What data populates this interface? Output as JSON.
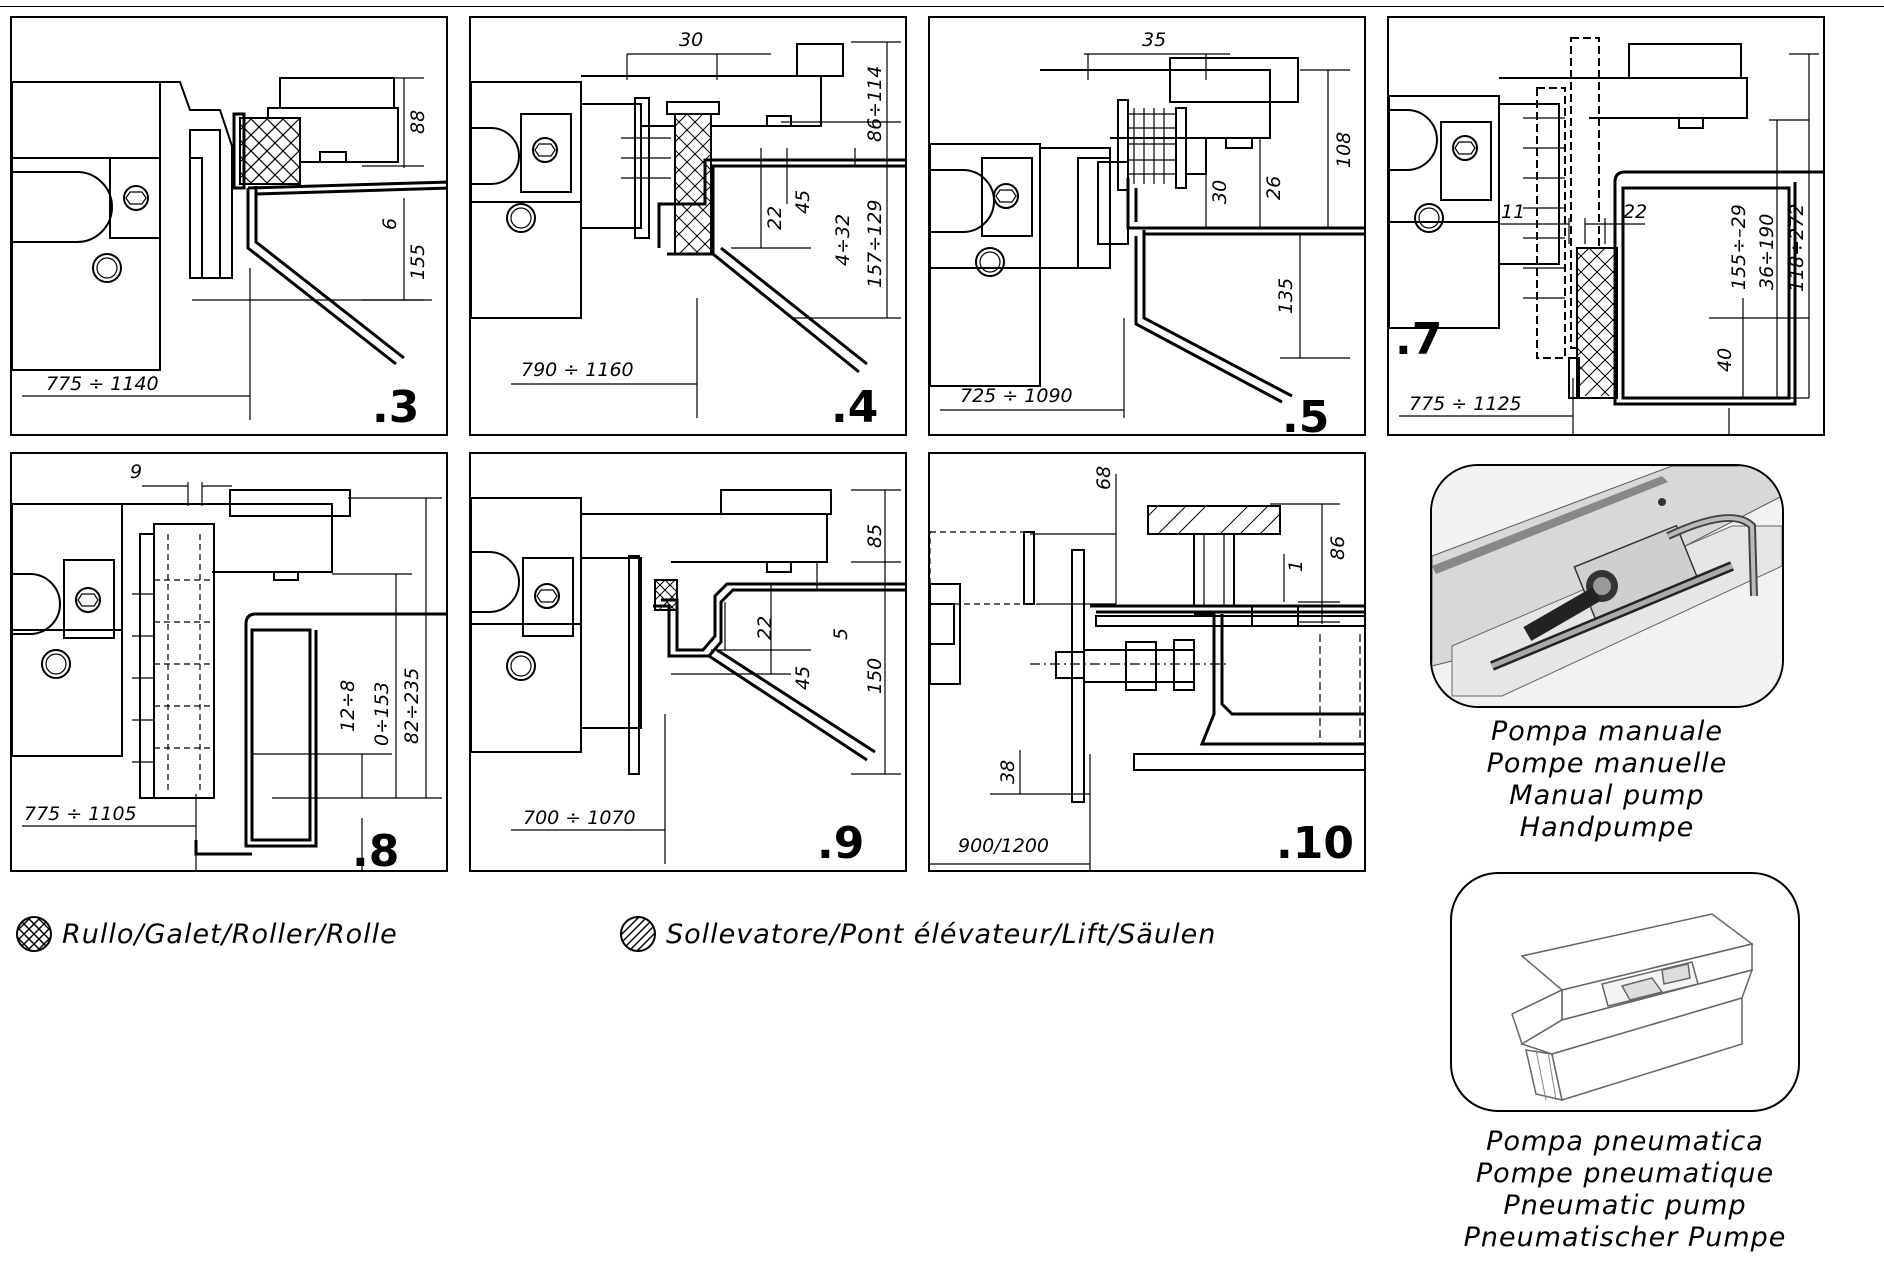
{
  "panels": [
    {
      "number": ".3",
      "range": "775 ÷ 1140",
      "dims": [
        "88",
        "6",
        "155"
      ]
    },
    {
      "number": ".4",
      "range": "790 ÷ 1160",
      "dims": [
        "30",
        "86÷114",
        "22",
        "45",
        "4÷32",
        "157÷129"
      ]
    },
    {
      "number": ".5",
      "range": "725 ÷ 1090",
      "dims": [
        "35",
        "108",
        "30",
        "26",
        "135"
      ]
    },
    {
      "number": ".7",
      "range": "775 ÷ 1125",
      "dims": [
        "11",
        "22",
        "155÷–29",
        "36÷190",
        "118÷272",
        "40"
      ]
    },
    {
      "number": ".8",
      "range": "775 ÷ 1105",
      "dims": [
        "9",
        "12÷8",
        "0÷153",
        "82÷235"
      ]
    },
    {
      "number": ".9",
      "range": "700 ÷ 1070",
      "dims": [
        "85",
        "22",
        "5",
        "45",
        "150"
      ]
    },
    {
      "number": ".10",
      "range": "900/1200",
      "dims": [
        "68",
        "86",
        "1",
        "38"
      ]
    }
  ],
  "pumps": {
    "manual": [
      "Pompa manuale",
      "Pompe manuelle",
      "Manual pump",
      "Handpumpe"
    ],
    "pneumatic": [
      "Pompa pneumatica",
      "Pompe pneumatique",
      "Pneumatic pump",
      "Pneumatischer Pumpe"
    ]
  },
  "legend": {
    "roller": "Rullo/Galet/Roller/Rolle",
    "lift": "Sollevatore/Pont élévateur/Lift/Säulen"
  }
}
